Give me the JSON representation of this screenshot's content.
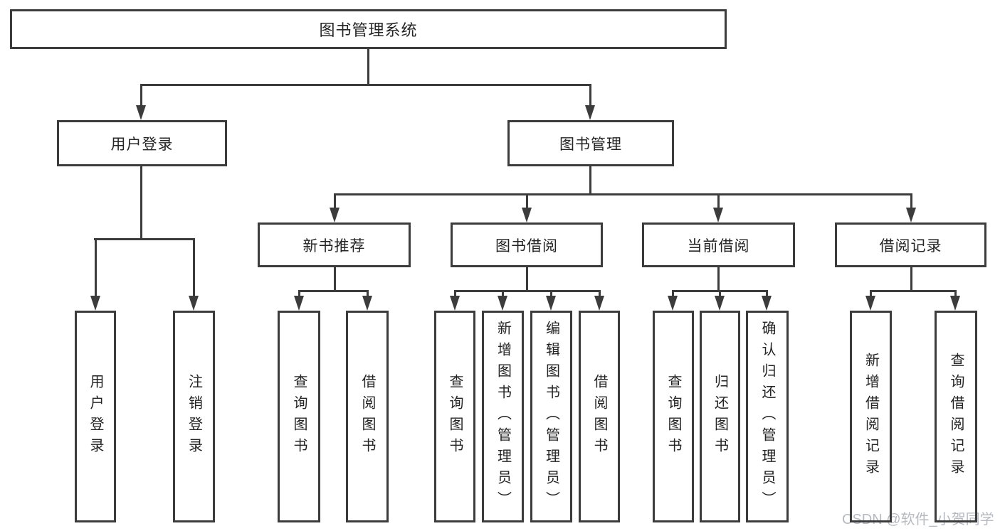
{
  "diagram": {
    "root": {
      "label": "图书管理系统",
      "children": [
        {
          "label": "用户登录",
          "children": [
            {
              "label": "用户登录"
            },
            {
              "label": "注销登录"
            }
          ]
        },
        {
          "label": "图书管理",
          "children": [
            {
              "label": "新书推荐",
              "children": [
                {
                  "label": "查询图书"
                },
                {
                  "label": "借阅图书"
                }
              ]
            },
            {
              "label": "图书借阅",
              "children": [
                {
                  "label": "查询图书"
                },
                {
                  "label": "新增图书（管理员）"
                },
                {
                  "label": "编辑图书（管理员）"
                },
                {
                  "label": "借阅图书"
                }
              ]
            },
            {
              "label": "当前借阅",
              "children": [
                {
                  "label": "查询图书"
                },
                {
                  "label": "归还图书"
                },
                {
                  "label": "确认归还（管理员）"
                }
              ]
            },
            {
              "label": "借阅记录",
              "children": [
                {
                  "label": "新增借阅记录"
                },
                {
                  "label": "查询借阅记录"
                }
              ]
            }
          ]
        }
      ]
    }
  },
  "watermark": {
    "text": "CSDN @软件_小贺同学"
  },
  "colors": {
    "line": "#3c3c3c",
    "text": "#242424",
    "watermark": "#b6bac1",
    "background": "#ffffff"
  }
}
